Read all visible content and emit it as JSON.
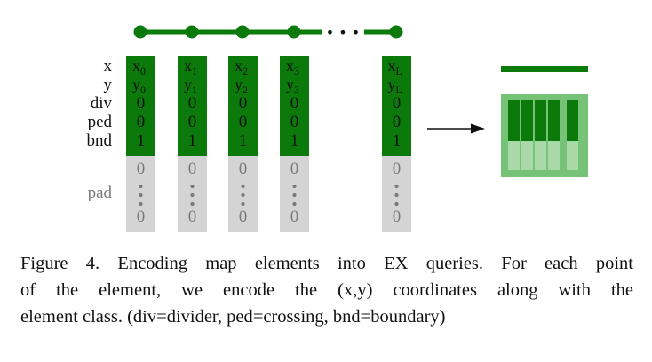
{
  "colors": {
    "green_dark": "#0b7a0b",
    "green_light": "#76c276",
    "green_light_cell": "#a9d9a9",
    "gray": "#d4d4d4",
    "gray_text": "#7a7a7a",
    "text": "#111111"
  },
  "chain": {
    "ellipsis": "• • •"
  },
  "row_labels": [
    "x",
    "y",
    "div",
    "ped",
    "bnd"
  ],
  "pad_label": "pad",
  "columns": [
    {
      "x_base": "x",
      "x_sub": "0",
      "y_base": "y",
      "y_sub": "0",
      "div": "0",
      "ped": "0",
      "bnd": "1",
      "pad_top": "0",
      "pad_bottom": "0"
    },
    {
      "x_base": "x",
      "x_sub": "1",
      "y_base": "y",
      "y_sub": "1",
      "div": "0",
      "ped": "0",
      "bnd": "1",
      "pad_top": "0",
      "pad_bottom": "0"
    },
    {
      "x_base": "x",
      "x_sub": "2",
      "y_base": "y",
      "y_sub": "2",
      "div": "0",
      "ped": "0",
      "bnd": "1",
      "pad_top": "0",
      "pad_bottom": "0"
    },
    {
      "x_base": "x",
      "x_sub": "3",
      "y_base": "y",
      "y_sub": "3",
      "div": "0",
      "ped": "0",
      "bnd": "1",
      "pad_top": "0",
      "pad_bottom": "0"
    },
    {
      "x_base": "x",
      "x_sub": "L",
      "y_base": "y",
      "y_sub": "L",
      "div": "0",
      "ped": "0",
      "bnd": "1",
      "pad_top": "0",
      "pad_bottom": "0"
    }
  ],
  "caption": {
    "line1": "Figure 4. Encoding map elements into EX queries. For each point",
    "line2": "of the element, we encode the (x,y) coordinates along with the",
    "line3": "element class. (div=divider, ped=crossing, bnd=boundary)"
  }
}
